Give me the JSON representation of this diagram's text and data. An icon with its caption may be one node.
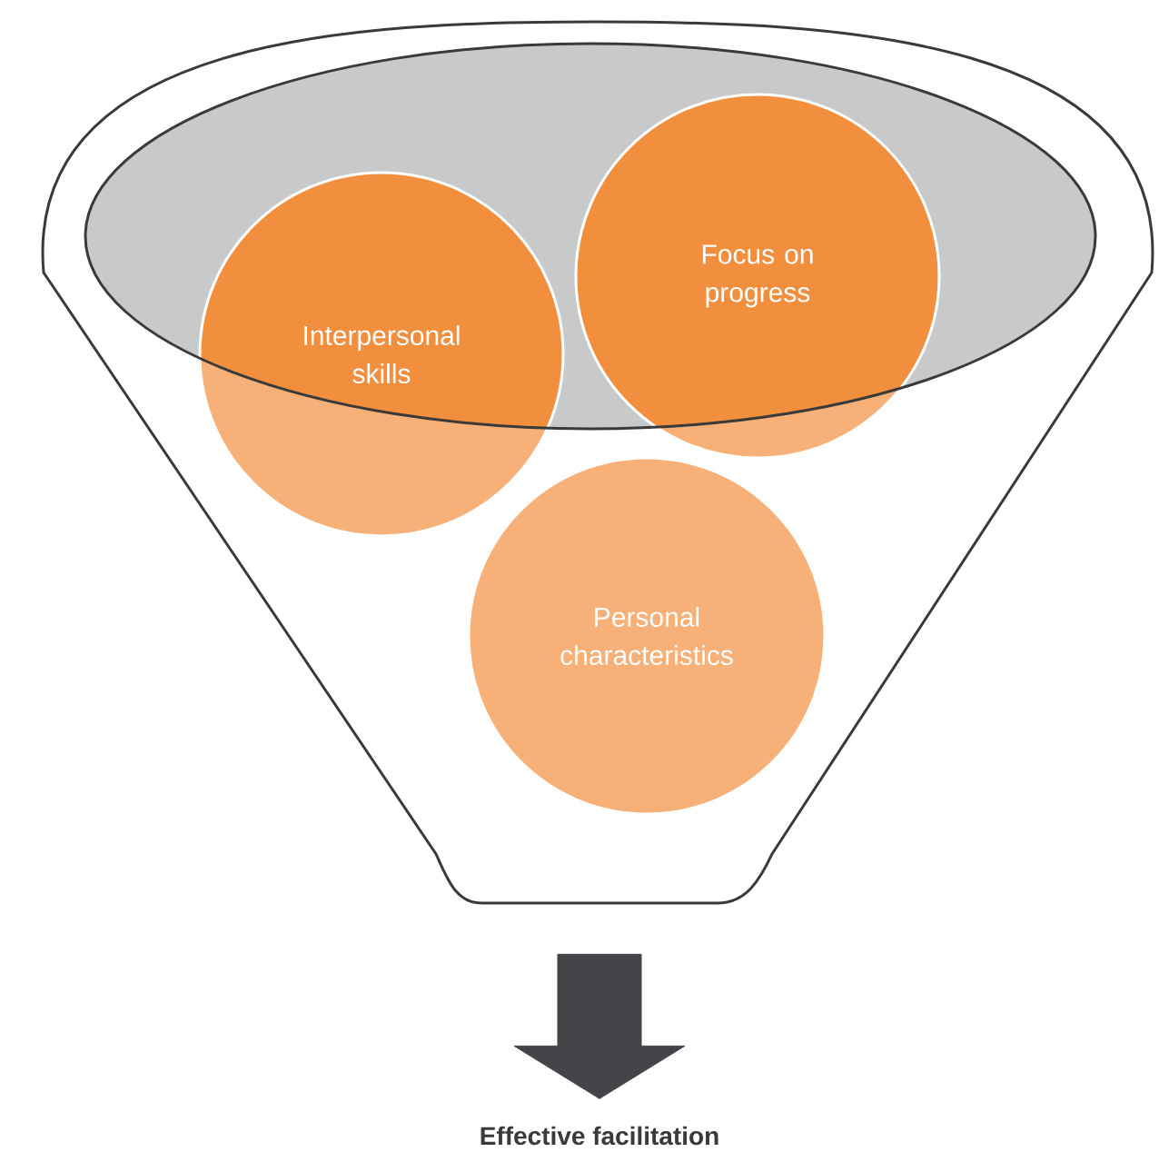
{
  "diagram": {
    "nodes": [
      {
        "text": [],
        "shape": "funnel"
      },
      {
        "text": [
          "Interpersonal skills"
        ],
        "in": 0
      },
      {
        "text": [
          "Focus on progress"
        ],
        "in": 0
      },
      {
        "text": [
          "Personal characteristics"
        ],
        "in": 0
      },
      {
        "text": [
          "Effective facilitation"
        ]
      }
    ],
    "edges": [
      {
        "from": 0,
        "to": 4,
        "arrow": "to",
        "style": "thick"
      }
    ]
  }
}
